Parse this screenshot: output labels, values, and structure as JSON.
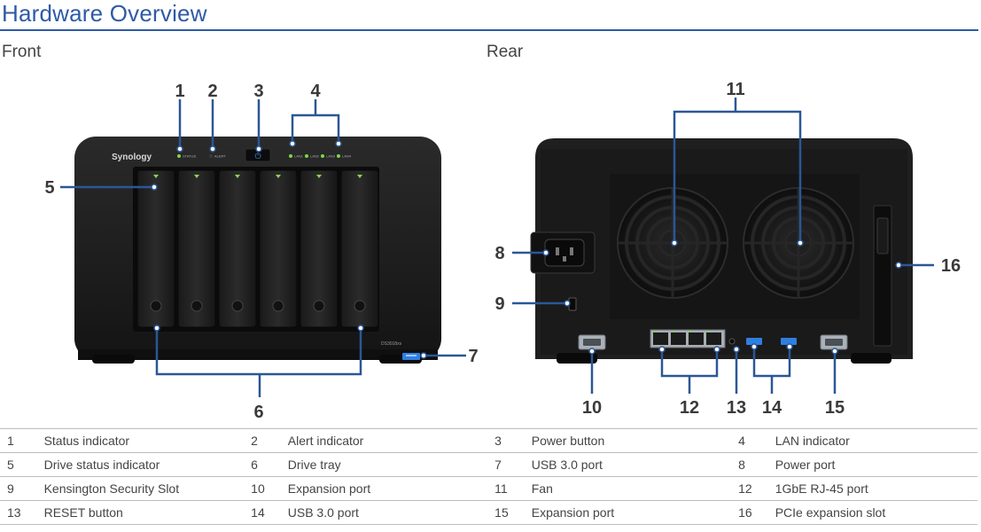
{
  "page": {
    "title": "Hardware Overview",
    "front_label": "Front",
    "rear_label": "Rear"
  },
  "device": {
    "brand": "Synology",
    "model": "DS3018xs",
    "status_led": "STATUS",
    "alert_led": "ALERT",
    "lan_leds": [
      "LAN1",
      "LAN2",
      "LAN3",
      "LAN4"
    ]
  },
  "callouts": [
    "1",
    "2",
    "3",
    "4",
    "5",
    "6",
    "7",
    "8",
    "9",
    "10",
    "11",
    "12",
    "13",
    "14",
    "15",
    "16"
  ],
  "legend": [
    [
      {
        "num": "1",
        "label": "Status indicator"
      },
      {
        "num": "2",
        "label": "Alert indicator"
      },
      {
        "num": "3",
        "label": "Power button"
      },
      {
        "num": "4",
        "label": "LAN indicator"
      }
    ],
    [
      {
        "num": "5",
        "label": "Drive status indicator"
      },
      {
        "num": "6",
        "label": "Drive tray"
      },
      {
        "num": "7",
        "label": "USB 3.0 port"
      },
      {
        "num": "8",
        "label": "Power port"
      }
    ],
    [
      {
        "num": "9",
        "label": "Kensington Security Slot"
      },
      {
        "num": "10",
        "label": "Expansion port"
      },
      {
        "num": "11",
        "label": "Fan"
      },
      {
        "num": "12",
        "label": "1GbE RJ-45 port"
      }
    ],
    [
      {
        "num": "13",
        "label": "RESET button"
      },
      {
        "num": "14",
        "label": "USB 3.0 port"
      },
      {
        "num": "15",
        "label": "Expansion port"
      },
      {
        "num": "16",
        "label": "PCIe expansion slot"
      }
    ]
  ],
  "colors": {
    "accent": "#2e5aa7",
    "callout_line": "#2b5797",
    "chassis": "#1c1c1c",
    "led_green": "#7fd64a",
    "usb_blue": "#2f7fe0"
  }
}
